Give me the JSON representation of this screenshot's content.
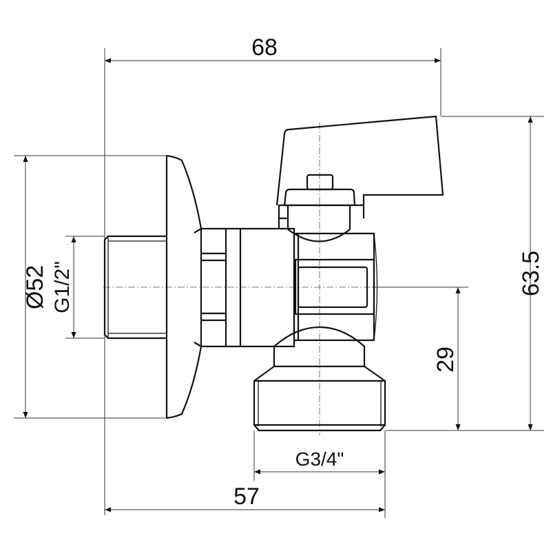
{
  "dimensions": {
    "overall_length": "68",
    "overall_height": "63.5",
    "flange_diameter": "Ø52",
    "inlet_thread": "G1/2\"",
    "outlet_offset": "29",
    "outlet_thread": "G3/4\"",
    "outlet_distance": "57"
  },
  "colors": {
    "line": "#111111",
    "background": "#ffffff"
  }
}
